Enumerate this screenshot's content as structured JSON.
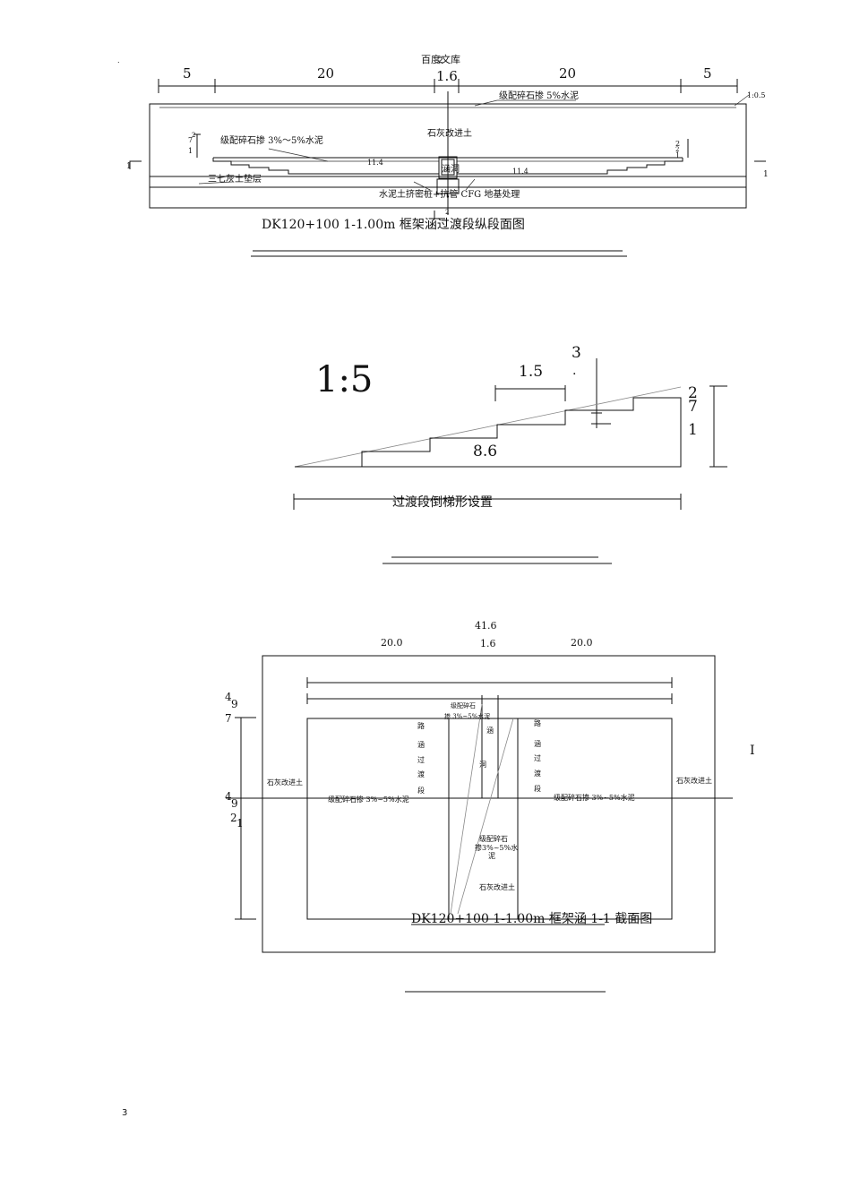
{
  "header": {
    "watermark": "百度文库",
    "page_number_top": "2",
    "page_number_bottom": "3",
    "dot": "."
  },
  "drawing1": {
    "dims_top": [
      "5",
      "20",
      "1.6",
      "20",
      "5"
    ],
    "slope_label": "1:0.5",
    "label_gravel_5": "级配碎石掺 5%水泥",
    "label_lime_soil": "石灰改进土",
    "label_gravel_3_5": "级配碎石掺 3%～5%水泥",
    "label_37_lime": "三七灰土垫层",
    "label_pile": "水泥土挤密桩+抗管 CFG 地基处理",
    "culvert_label": "涵洞",
    "len_left": "11.4",
    "len_right": "11.4",
    "left_dims": [
      "2",
      "7",
      "1"
    ],
    "right_dims": [
      "2",
      "2",
      "1"
    ],
    "section_mark": "1",
    "center_mark": "2",
    "title": "DK120+100   1-1.00m 框架涵过渡段纵段面图"
  },
  "drawing2": {
    "slope": "1:5",
    "step_width": "1.5",
    "top_num": "3",
    "top_dot": ".",
    "base_len": "8.6",
    "right_dims": [
      "2",
      "7",
      "1"
    ],
    "title": "过渡段倒梯形设置"
  },
  "drawing3": {
    "total": "41.6",
    "dims": [
      "20.0",
      "1.6",
      "20.0"
    ],
    "left_dims_top": [
      "4",
      "9",
      "7"
    ],
    "left_dims_mid": [
      "4",
      "9",
      "2",
      "1"
    ],
    "right_mark": "I",
    "lime_left": "石灰改进土",
    "lime_right": "石灰改进土",
    "road_left": [
      "路",
      "涵",
      "过",
      "渡",
      "段"
    ],
    "road_right": [
      "路",
      "涵",
      "过",
      "渡",
      "段"
    ],
    "culvert": [
      "涵",
      "洞"
    ],
    "gravel_top": [
      "级配碎石",
      "掺 3%~5%水泥"
    ],
    "gravel_left": "级配碎石掺 3%~5%水泥",
    "gravel_right": "级配碎石掺 3%~5%水泥",
    "gravel_center": [
      "级配碎石",
      "掺3%~5%水",
      "泥"
    ],
    "lime_center": "石灰改进土",
    "title": "DK120+100   1-1.00m 框架涵  1-1 截面图"
  }
}
